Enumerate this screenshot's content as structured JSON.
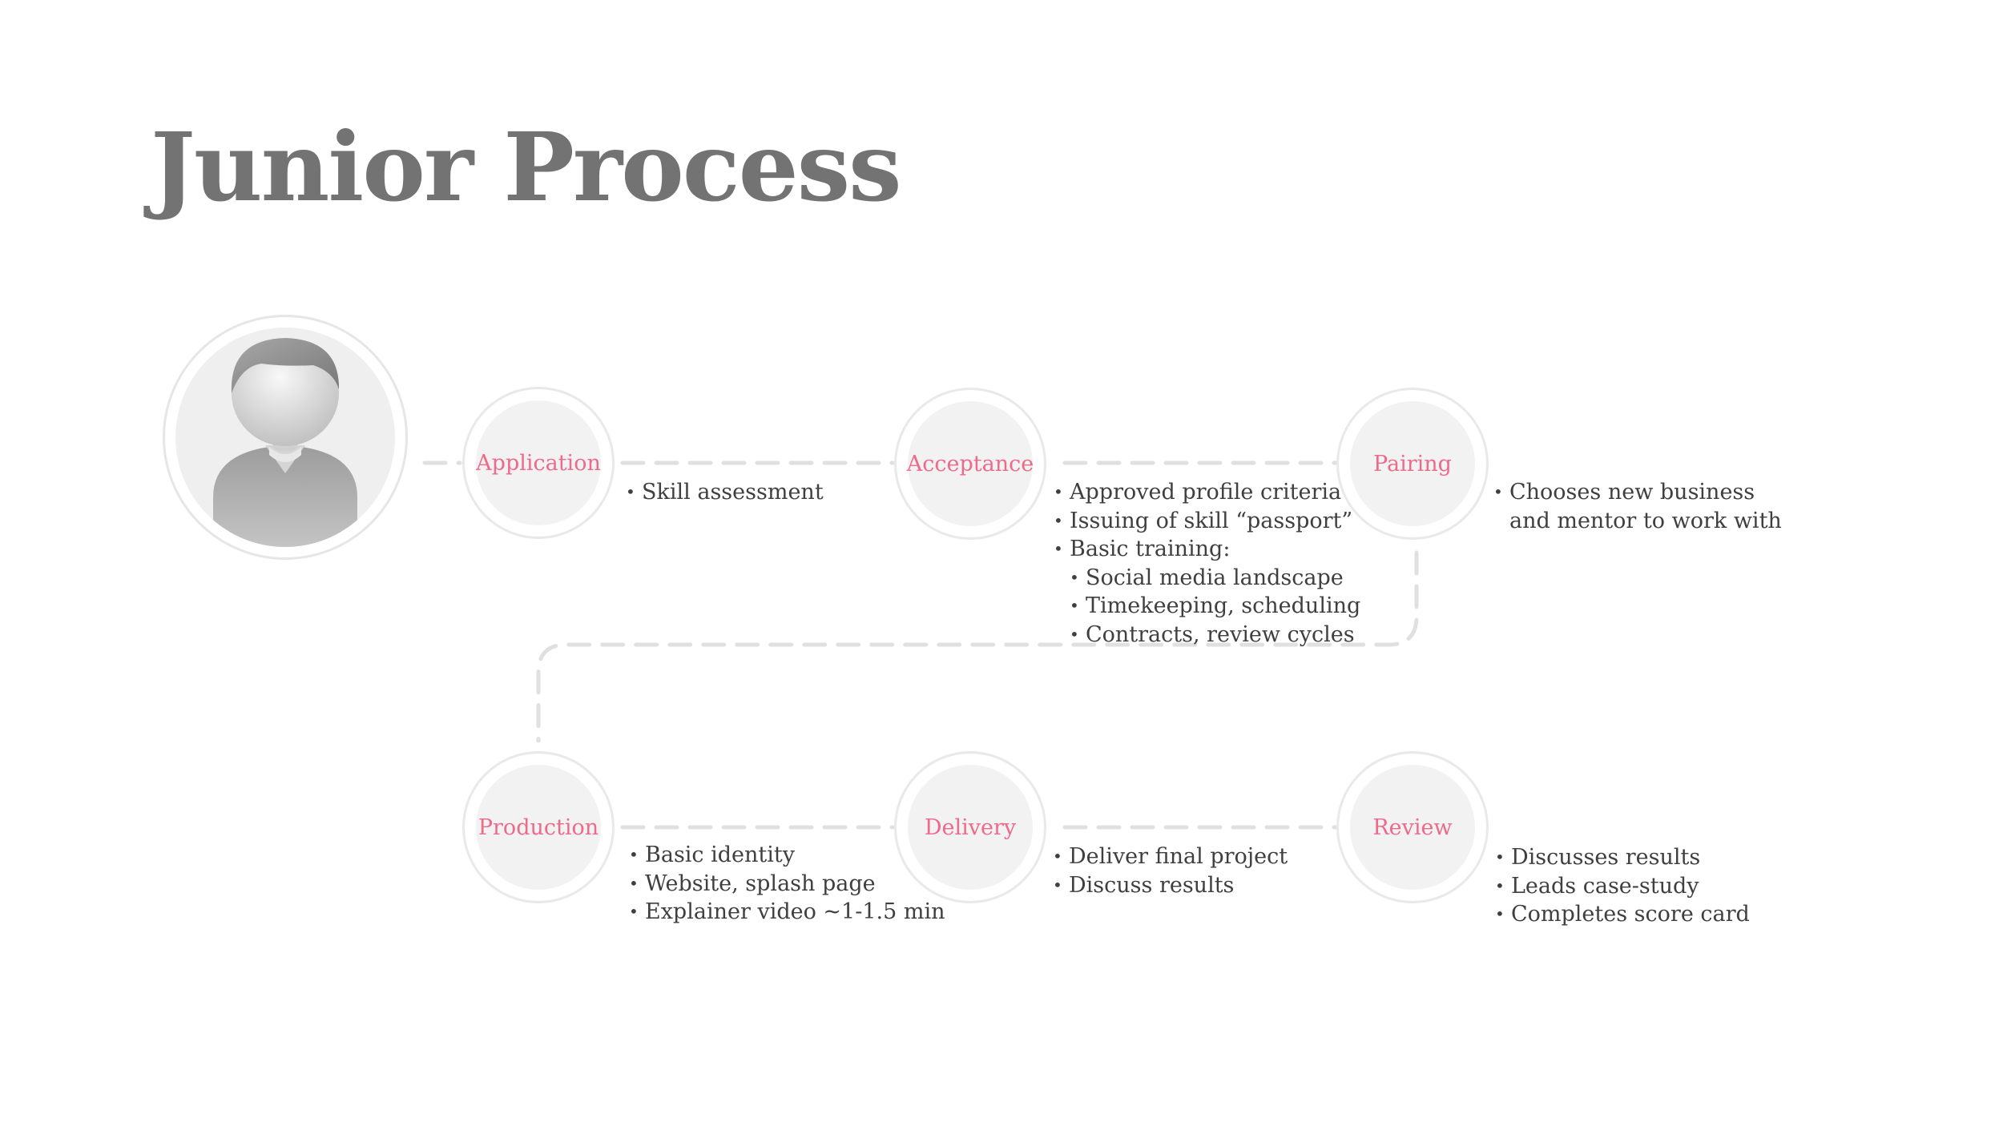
{
  "title": "Junior Process",
  "colors": {
    "accent": "#ee6a8a",
    "title": "#737373",
    "text": "#3f3f3f",
    "connector": "#e0e0e0",
    "circle_fill": "#f2f2f2"
  },
  "avatar": {
    "icon": "person-icon"
  },
  "steps": [
    {
      "label": "Application",
      "notes": [
        "Skill assessment"
      ]
    },
    {
      "label": "Acceptance",
      "notes": [
        "Approved profile criteria",
        "Issuing of skill “passport”",
        "Basic training:"
      ],
      "subnotes": [
        "Social media landscape",
        "Timekeeping, scheduling",
        "Contracts, review cycles"
      ]
    },
    {
      "label": "Pairing",
      "notes": [
        "Chooses new business",
        "and mentor to work with"
      ]
    },
    {
      "label": "Production",
      "notes": [
        "Basic identity",
        "Website, splash page",
        "Explainer video ~1-1.5 min"
      ]
    },
    {
      "label": "Delivery",
      "notes": [
        "Deliver final project",
        "Discuss results"
      ]
    },
    {
      "label": "Review",
      "notes": [
        "Discusses results",
        "Leads case-study",
        "Completes score card"
      ]
    }
  ]
}
